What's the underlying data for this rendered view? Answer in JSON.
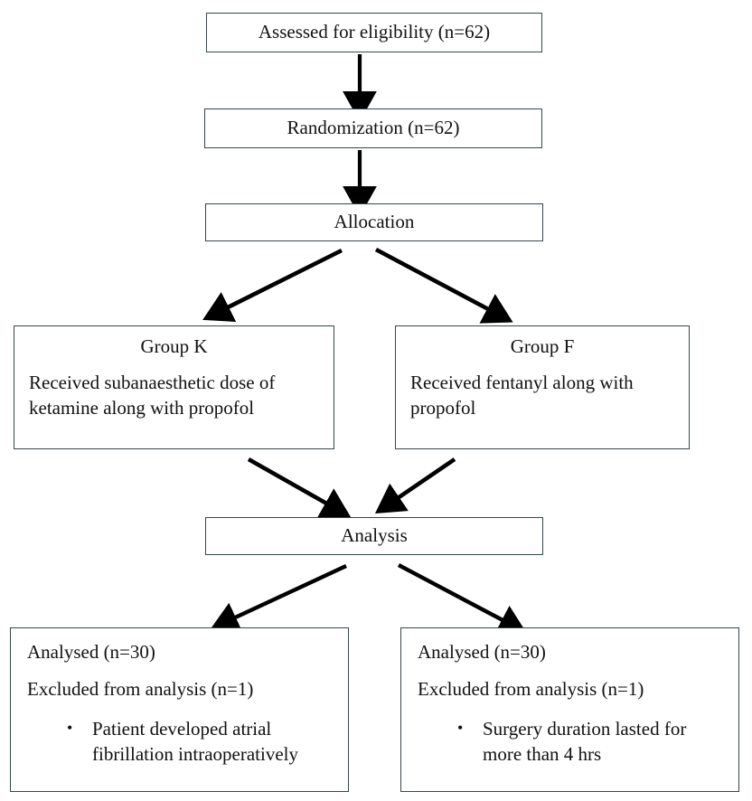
{
  "diagram": {
    "type": "consort-flowchart",
    "title": "",
    "stroke_color": "#35474b",
    "arrow_color": "#000000",
    "background": "#ffffff"
  },
  "nodes": {
    "eligibility": {
      "label": "Assessed for eligibility (n=62)"
    },
    "randomization": {
      "label": "Randomization (n=62)"
    },
    "allocation": {
      "label": "Allocation"
    },
    "group_k": {
      "title": "Group K",
      "body": "Received subanaesthetic dose of\nketamine along with propofol"
    },
    "group_f": {
      "title": "Group F",
      "body": "Received fentanyl along with\npropofol"
    },
    "analysis": {
      "label": "Analysis"
    },
    "analysed_k": {
      "analysed": "Analysed (n=30)",
      "excluded": "Excluded from analysis (n=1)",
      "bullet_marker": "•",
      "bullet": "Patient developed atrial\nfibrillation intraoperatively"
    },
    "analysed_f": {
      "analysed": "Analysed (n=30)",
      "excluded": "Excluded from analysis (n=1)",
      "bullet_marker": "•",
      "bullet": "Surgery duration lasted for\nmore than 4 hrs"
    }
  },
  "connectors": [
    {
      "name": "eligibility-to-randomization",
      "kind": "vertical-arrow"
    },
    {
      "name": "randomization-to-allocation",
      "kind": "vertical-arrow"
    },
    {
      "name": "allocation-to-group-k",
      "kind": "diagonal-arrow"
    },
    {
      "name": "allocation-to-group-f",
      "kind": "diagonal-arrow"
    },
    {
      "name": "group-k-to-analysis",
      "kind": "diagonal-arrow"
    },
    {
      "name": "group-f-to-analysis",
      "kind": "diagonal-arrow"
    },
    {
      "name": "analysis-to-analysed-k",
      "kind": "diagonal-arrow"
    },
    {
      "name": "analysis-to-analysed-f",
      "kind": "diagonal-arrow"
    }
  ]
}
